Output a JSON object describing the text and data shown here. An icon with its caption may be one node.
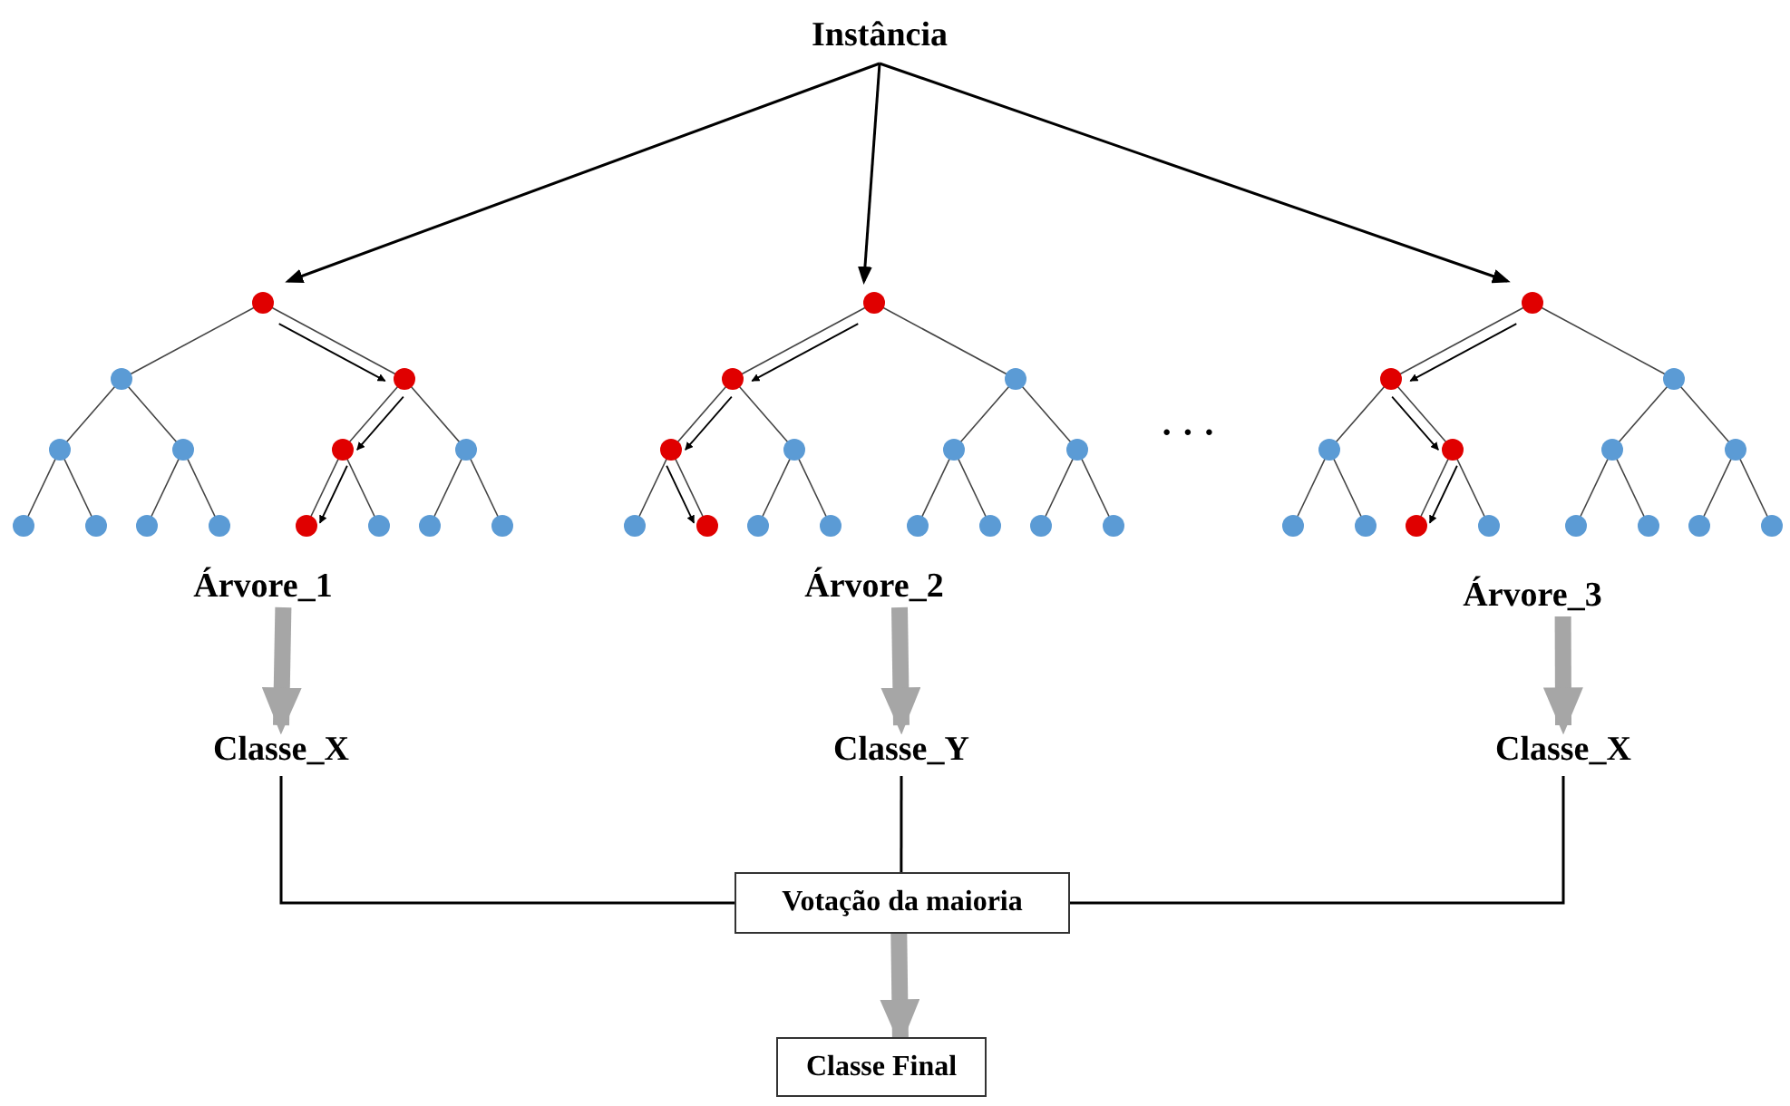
{
  "diagram": {
    "nodes": [
      {
        "text": [
          "Instância"
        ]
      },
      {
        "text": [
          "Árvore_1"
        ]
      },
      {
        "text": [
          "Árvore_2"
        ]
      },
      {
        "text": [
          "Árvore_3"
        ]
      },
      {
        "text": [
          "Classe_X"
        ]
      },
      {
        "text": [
          "Classe_Y"
        ]
      },
      {
        "text": [
          "Classe_X"
        ]
      },
      {
        "text": [
          "Votação da maioria"
        ]
      },
      {
        "text": [
          "Classe Final"
        ]
      }
    ],
    "edges": [
      {
        "from": 0,
        "to": 1,
        "arrow": "to"
      },
      {
        "from": 0,
        "to": 2,
        "arrow": "to"
      },
      {
        "from": 0,
        "to": 3,
        "arrow": "to"
      },
      {
        "from": 1,
        "to": 4,
        "arrow": "to",
        "style": "thick",
        "color": "#a6a6a6"
      },
      {
        "from": 2,
        "to": 5,
        "arrow": "to",
        "style": "thick",
        "color": "#a6a6a6"
      },
      {
        "from": 3,
        "to": 6,
        "arrow": "to",
        "style": "thick",
        "color": "#a6a6a6"
      },
      {
        "from": 4,
        "to": 7,
        "arrow": "none"
      },
      {
        "from": 5,
        "to": 7,
        "arrow": "none"
      },
      {
        "from": 6,
        "to": 7,
        "arrow": "none"
      },
      {
        "from": 7,
        "to": 8,
        "arrow": "to",
        "style": "thick",
        "color": "#a6a6a6"
      }
    ],
    "labels": [
      "· · ·"
    ]
  }
}
